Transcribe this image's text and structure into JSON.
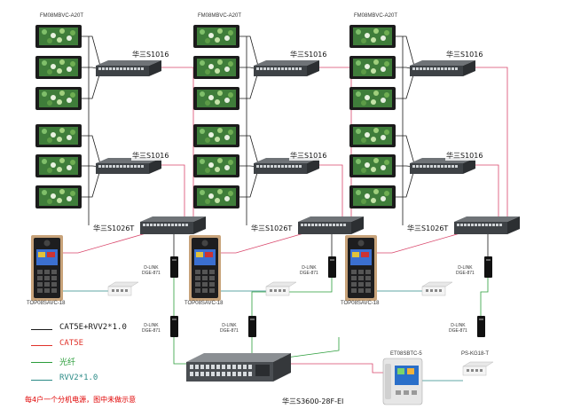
{
  "groups": [
    {
      "monitor_model": "FM08MBVC-A20T",
      "upper_switch": "华三S1016",
      "lower_switch": "华三S1016",
      "agg_switch": "华三S1026T",
      "outdoor_model": "TOP08SAVC-18",
      "poe_labels": [
        "D-LINK\nDGE-871",
        "D-LINK\nDGE-871"
      ]
    },
    {
      "monitor_model": "FM08MBVC-A20T",
      "upper_switch": "华三S1016",
      "lower_switch": "华三S1016",
      "agg_switch": "华三S1026T",
      "outdoor_model": "TOP08SAVC-18",
      "poe_labels": [
        "D-LINK\nDGE-871",
        "D-LINK\nDGE-871"
      ]
    },
    {
      "monitor_model": "FM08MBVC-A20T",
      "upper_switch": "华三S1016",
      "lower_switch": "华三S1016",
      "agg_switch": "华三S1026T",
      "outdoor_model": "TOP08SAVC-18",
      "poe_labels": [
        "D-LINK\nDGE-871",
        "D-LINK\nDGE-871"
      ]
    }
  ],
  "core_switch": "华三S3600-28F-EI",
  "management_station": "ET08SBTC-5",
  "power_supply": "PS-KG18-T",
  "legend": [
    {
      "label": "CAT5E+RVV2*1.0",
      "color": "#1a1a1a"
    },
    {
      "label": "CAT5E",
      "color": "#e0322a"
    },
    {
      "label": "光纤",
      "color": "#2a9d3a"
    },
    {
      "label": "RVV2*1.0",
      "color": "#2a8a86"
    }
  ],
  "note": "每4户一个分机电源，图中未做示意",
  "colors": {
    "cat5e_rvv": "#1a1a1a",
    "cat5e": "#d9466b",
    "fiber": "#2a9d3a",
    "rvv": "#2a8a86",
    "device_dark": "#1b1b1b",
    "note_red": "#e00000"
  }
}
